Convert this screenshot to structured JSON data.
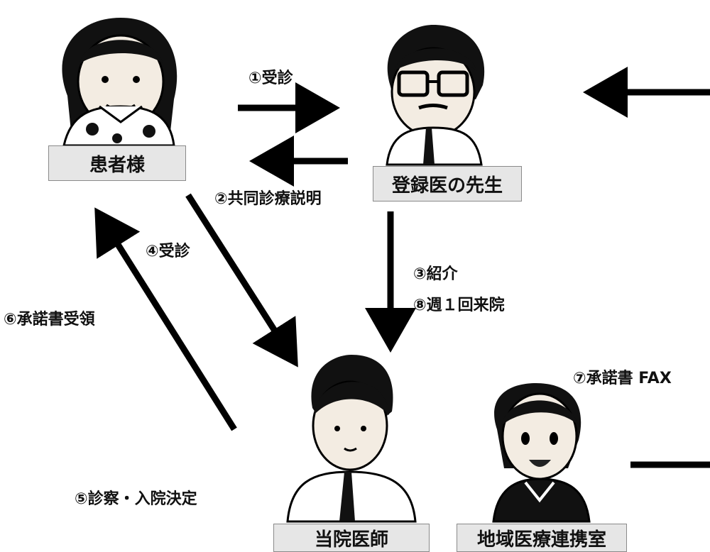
{
  "people": {
    "patient": "患者様",
    "registered_doctor": "登録医の先生",
    "hospital_doctor": "当院医師",
    "liaison_office": "地域医療連携室"
  },
  "steps": {
    "s1": "①受診",
    "s2": "②共同診療説明",
    "s3": "③紹介",
    "s4": "④受診",
    "s5": "⑤診察・入院決定",
    "s6": "⑥承諾書受領",
    "s7": "⑦承諾書 FAX",
    "s8": "⑧週１回来院"
  },
  "colors": {
    "arrow": "#000000",
    "label_bg": "#e6e6e6",
    "skin": "#f7efe6",
    "hair": "#1a1a1a"
  }
}
